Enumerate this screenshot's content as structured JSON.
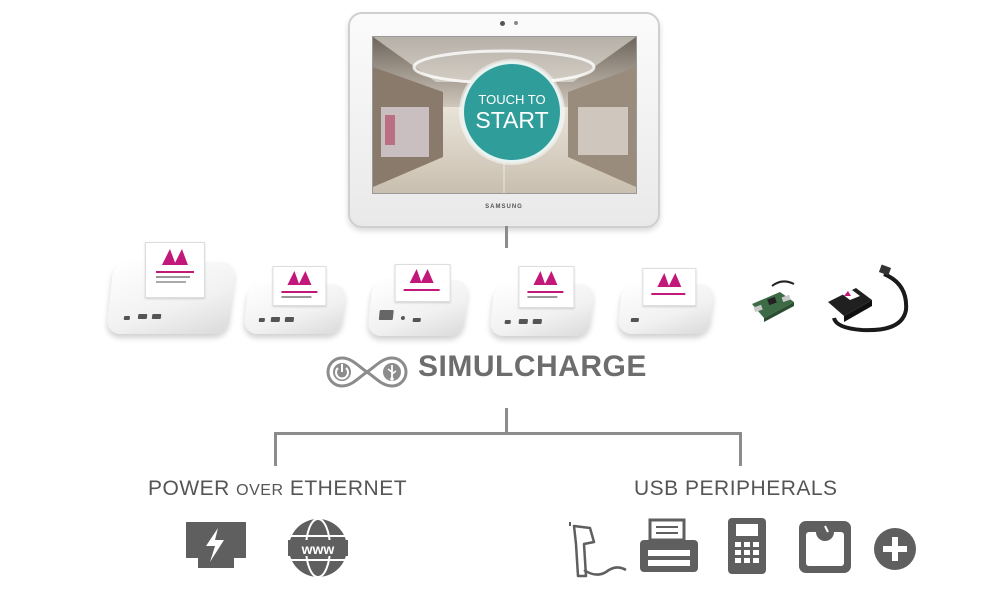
{
  "tablet": {
    "brand": "SAMSUNG",
    "screen_button": {
      "line1": "TOUCH TO",
      "line2": "START"
    }
  },
  "logo": {
    "name": "SIMULCHARGE",
    "icons": [
      "power-icon",
      "usb-icon"
    ]
  },
  "devices": [
    {
      "name": "usb-hub-large"
    },
    {
      "name": "usb-hub-two-port"
    },
    {
      "name": "ethernet-hub"
    },
    {
      "name": "usb-hub-three-port"
    },
    {
      "name": "usb-adapter-single"
    },
    {
      "name": "circuit-board"
    },
    {
      "name": "cable-adapter"
    }
  ],
  "left_section": {
    "title_part1": "POWER ",
    "title_part2": "OVER",
    "title_part3": " ETHERNET",
    "icons": [
      "ethernet-port-icon",
      "www-globe-icon"
    ]
  },
  "right_section": {
    "title": "USB PERIPHERALS",
    "icons": [
      "barcode-scanner-icon",
      "receipt-printer-icon",
      "payment-terminal-icon",
      "scale-icon",
      "plus-icon"
    ]
  },
  "colors": {
    "brand_magenta": "#c2187a",
    "accent_teal": "#2f9e9a",
    "icon_gray": "#5f5f5f",
    "text_gray": "#6d6d6d"
  }
}
